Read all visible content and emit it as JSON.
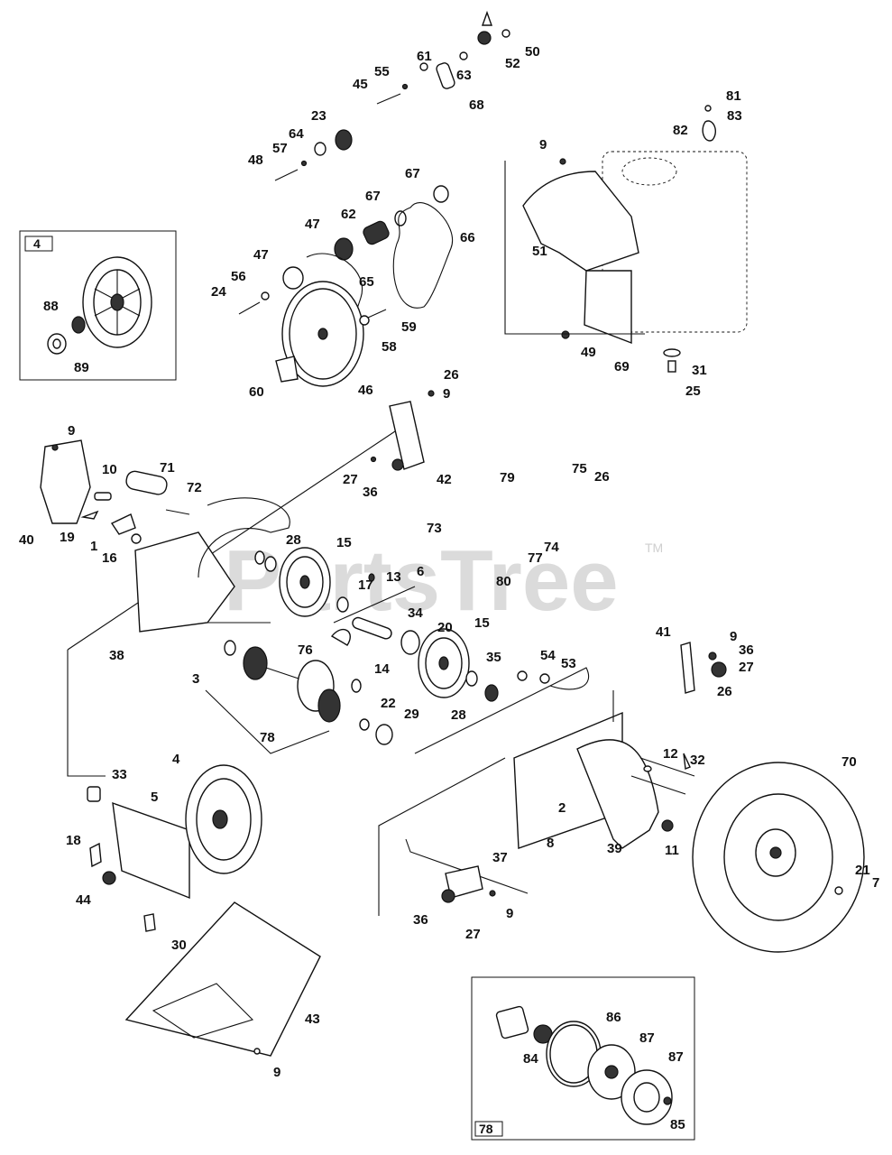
{
  "watermark": {
    "text": "PartsTree",
    "tm": "TM"
  },
  "insets": [
    {
      "key": "inset-4",
      "label": "4"
    },
    {
      "key": "inset-78",
      "label": "78"
    }
  ],
  "callouts": [
    {
      "key": "c50",
      "label": "50"
    },
    {
      "key": "c52",
      "label": "52"
    },
    {
      "key": "c63",
      "label": "63"
    },
    {
      "key": "c61",
      "label": "61"
    },
    {
      "key": "c55",
      "label": "55"
    },
    {
      "key": "c45",
      "label": "45"
    },
    {
      "key": "c68",
      "label": "68"
    },
    {
      "key": "c23",
      "label": "23"
    },
    {
      "key": "c64",
      "label": "64"
    },
    {
      "key": "c57",
      "label": "57"
    },
    {
      "key": "c48",
      "label": "48"
    },
    {
      "key": "c67a",
      "label": "67"
    },
    {
      "key": "c67b",
      "label": "67"
    },
    {
      "key": "c62",
      "label": "62"
    },
    {
      "key": "c47a",
      "label": "47"
    },
    {
      "key": "c47b",
      "label": "47"
    },
    {
      "key": "c66",
      "label": "66"
    },
    {
      "key": "c56",
      "label": "56"
    },
    {
      "key": "c24",
      "label": "24"
    },
    {
      "key": "c65",
      "label": "65"
    },
    {
      "key": "c59",
      "label": "59"
    },
    {
      "key": "c58",
      "label": "58"
    },
    {
      "key": "c60",
      "label": "60"
    },
    {
      "key": "c46",
      "label": "46"
    },
    {
      "key": "c9a",
      "label": "9"
    },
    {
      "key": "c51",
      "label": "51"
    },
    {
      "key": "c81",
      "label": "81"
    },
    {
      "key": "c83",
      "label": "83"
    },
    {
      "key": "c82",
      "label": "82"
    },
    {
      "key": "c49",
      "label": "49"
    },
    {
      "key": "c69",
      "label": "69"
    },
    {
      "key": "c31",
      "label": "31"
    },
    {
      "key": "c25",
      "label": "25"
    },
    {
      "key": "c88",
      "label": "88"
    },
    {
      "key": "c89",
      "label": "89"
    },
    {
      "key": "c26a",
      "label": "26"
    },
    {
      "key": "c9b",
      "label": "9"
    },
    {
      "key": "c9c",
      "label": "9"
    },
    {
      "key": "c10",
      "label": "10"
    },
    {
      "key": "c71",
      "label": "71"
    },
    {
      "key": "c72",
      "label": "72"
    },
    {
      "key": "c40",
      "label": "40"
    },
    {
      "key": "c19",
      "label": "19"
    },
    {
      "key": "c1",
      "label": "1"
    },
    {
      "key": "c16",
      "label": "16"
    },
    {
      "key": "c27a",
      "label": "27"
    },
    {
      "key": "c36a",
      "label": "36"
    },
    {
      "key": "c42",
      "label": "42"
    },
    {
      "key": "c79",
      "label": "79"
    },
    {
      "key": "c75",
      "label": "75"
    },
    {
      "key": "c26b",
      "label": "26"
    },
    {
      "key": "c73",
      "label": "73"
    },
    {
      "key": "c74",
      "label": "74"
    },
    {
      "key": "c77",
      "label": "77"
    },
    {
      "key": "c80",
      "label": "80"
    },
    {
      "key": "c28a",
      "label": "28"
    },
    {
      "key": "c15a",
      "label": "15"
    },
    {
      "key": "c13",
      "label": "13"
    },
    {
      "key": "c17",
      "label": "17"
    },
    {
      "key": "c6",
      "label": "6"
    },
    {
      "key": "c34",
      "label": "34"
    },
    {
      "key": "c38",
      "label": "38"
    },
    {
      "key": "c76",
      "label": "76"
    },
    {
      "key": "c20",
      "label": "20"
    },
    {
      "key": "c15b",
      "label": "15"
    },
    {
      "key": "c14",
      "label": "14"
    },
    {
      "key": "c3",
      "label": "3"
    },
    {
      "key": "c35",
      "label": "35"
    },
    {
      "key": "c54",
      "label": "54"
    },
    {
      "key": "c53",
      "label": "53"
    },
    {
      "key": "c41",
      "label": "41"
    },
    {
      "key": "c9d",
      "label": "9"
    },
    {
      "key": "c36b",
      "label": "36"
    },
    {
      "key": "c27b",
      "label": "27"
    },
    {
      "key": "c26c",
      "label": "26"
    },
    {
      "key": "c22",
      "label": "22"
    },
    {
      "key": "c29",
      "label": "29"
    },
    {
      "key": "c28b",
      "label": "28"
    },
    {
      "key": "c78",
      "label": "78"
    },
    {
      "key": "c33",
      "label": "33"
    },
    {
      "key": "c5",
      "label": "5"
    },
    {
      "key": "c4",
      "label": "4"
    },
    {
      "key": "c32",
      "label": "32"
    },
    {
      "key": "c12",
      "label": "12"
    },
    {
      "key": "c70",
      "label": "70"
    },
    {
      "key": "c2",
      "label": "2"
    },
    {
      "key": "c8",
      "label": "8"
    },
    {
      "key": "c39",
      "label": "39"
    },
    {
      "key": "c11",
      "label": "11"
    },
    {
      "key": "c18",
      "label": "18"
    },
    {
      "key": "c44",
      "label": "44"
    },
    {
      "key": "c37",
      "label": "37"
    },
    {
      "key": "c21",
      "label": "21"
    },
    {
      "key": "c7",
      "label": "7"
    },
    {
      "key": "c36c",
      "label": "36"
    },
    {
      "key": "c9e",
      "label": "9"
    },
    {
      "key": "c27c",
      "label": "27"
    },
    {
      "key": "c30",
      "label": "30"
    },
    {
      "key": "c43",
      "label": "43"
    },
    {
      "key": "c9f",
      "label": "9"
    },
    {
      "key": "c86",
      "label": "86"
    },
    {
      "key": "c84",
      "label": "84"
    },
    {
      "key": "c87a",
      "label": "87"
    },
    {
      "key": "c87b",
      "label": "87"
    },
    {
      "key": "c85",
      "label": "85"
    }
  ]
}
